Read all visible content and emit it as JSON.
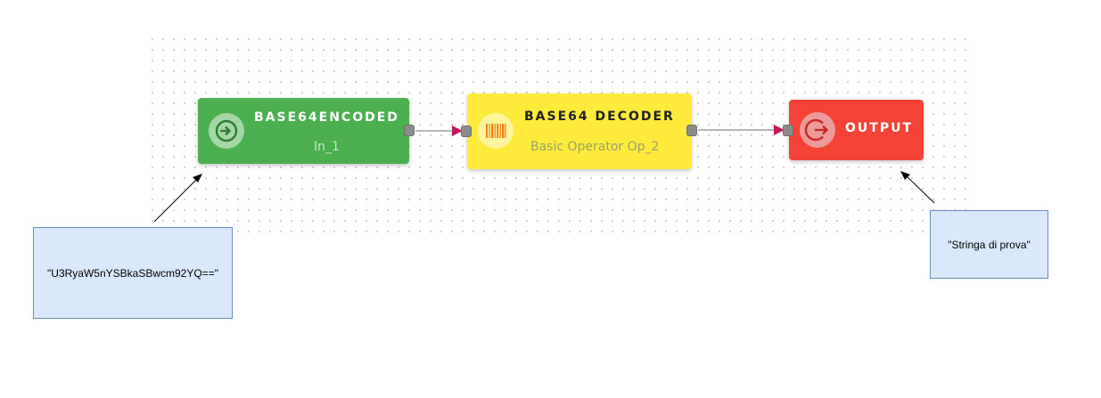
{
  "nodes": {
    "input": {
      "title": "BASE64ENCODED",
      "subtitle": "In_1",
      "icon": "login-icon",
      "color": "#4caf50"
    },
    "decoder": {
      "title": "BASE64 DECODER",
      "subtitle": "Basic Operator Op_2",
      "icon": "barcode-icon",
      "color": "#ffeb3b"
    },
    "output": {
      "title": "OUTPUT",
      "icon": "logout-icon",
      "color": "#f44336"
    }
  },
  "notes": {
    "input_value": "\"U3RyaW5nYSBkaSBwcm92YQ==\"",
    "output_value": "\"Stringa di prova\""
  },
  "colors": {
    "link": "#9e9e9e",
    "arrowhead": "#c2185b",
    "note_fill": "#dae8fc",
    "note_border": "#6c8ebf"
  }
}
